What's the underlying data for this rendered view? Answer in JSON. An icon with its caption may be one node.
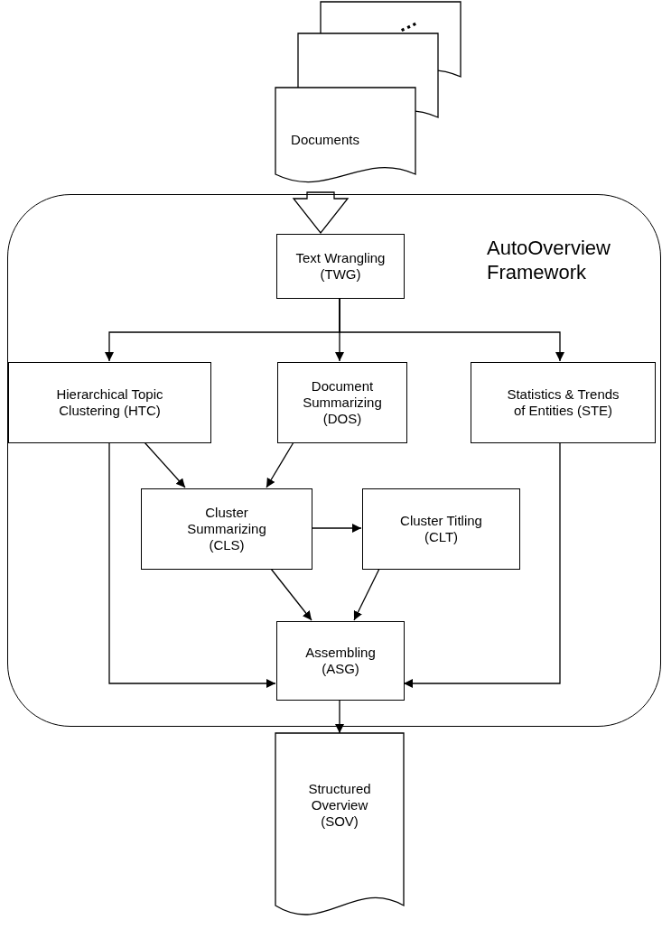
{
  "diagram": {
    "nodes": [
      {
        "text": [
          "Documents"
        ]
      },
      {
        "text": [
          "AutoOverview Framework"
        ]
      },
      {
        "text": [
          "Text Wrangling (TWG)"
        ],
        "in": 1
      },
      {
        "text": [
          "Hierarchical Topic Clustering (HTC)"
        ],
        "in": 1
      },
      {
        "text": [
          "Document Summarizing (DOS)"
        ],
        "in": 1
      },
      {
        "text": [
          "Statistics & Trends of Entities (STE)"
        ],
        "in": 1
      },
      {
        "text": [
          "Cluster Summarizing (CLS)"
        ],
        "in": 1
      },
      {
        "text": [
          "Cluster Titling (CLT)"
        ],
        "in": 1
      },
      {
        "text": [
          "Assembling (ASG)"
        ],
        "in": 1
      },
      {
        "text": [
          "Structured Overview (SOV)"
        ]
      }
    ],
    "edges": [
      {
        "from": 0,
        "to": 2,
        "arrow": "to",
        "style": "thick"
      },
      {
        "from": 2,
        "to": 3,
        "arrow": "to"
      },
      {
        "from": 2,
        "to": 4,
        "arrow": "to"
      },
      {
        "from": 2,
        "to": 5,
        "arrow": "to"
      },
      {
        "from": 3,
        "to": 6,
        "arrow": "to"
      },
      {
        "from": 4,
        "to": 6,
        "arrow": "to"
      },
      {
        "from": 6,
        "to": 7,
        "arrow": "to"
      },
      {
        "from": 6,
        "to": 8,
        "arrow": "to"
      },
      {
        "from": 7,
        "to": 8,
        "arrow": "to"
      },
      {
        "from": 3,
        "to": 8,
        "arrow": "to"
      },
      {
        "from": 5,
        "to": 8,
        "arrow": "to"
      },
      {
        "from": 8,
        "to": 9,
        "arrow": "to"
      }
    ],
    "labels": [
      "..."
    ]
  }
}
